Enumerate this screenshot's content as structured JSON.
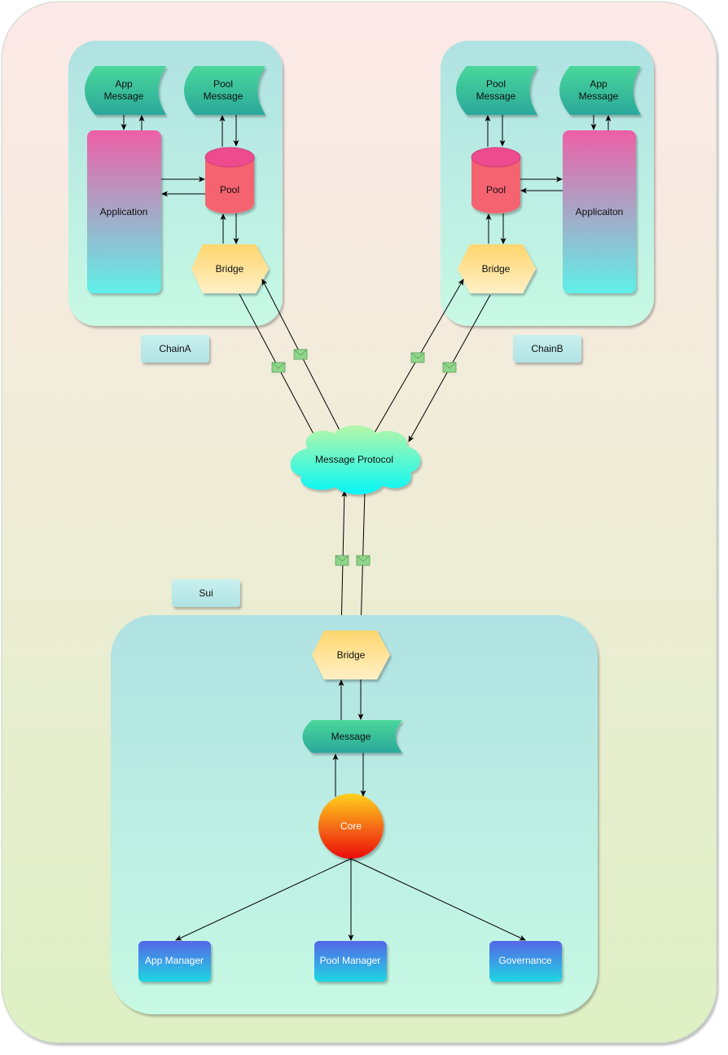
{
  "labels": {
    "chain_a_app_message": [
      "App",
      "Message"
    ],
    "chain_a_pool_message": [
      "Pool",
      "Message"
    ],
    "chain_a_application": "Application",
    "chain_a_pool": "Pool",
    "chain_a_bridge": "Bridge",
    "chain_a_tag": "ChainA",
    "chain_b_pool_message": [
      "Pool",
      "Message"
    ],
    "chain_b_app_message": [
      "App",
      "Message"
    ],
    "chain_b_pool": "Pool",
    "chain_b_application": "Applicaiton",
    "chain_b_bridge": "Bridge",
    "chain_b_tag": "ChainB",
    "message_protocol": "Message Protocol",
    "sui_tag": "Sui",
    "sui_bridge": "Bridge",
    "sui_message": "Message",
    "sui_core": "Core",
    "app_manager": "App Manager",
    "pool_manager": "Pool Manager",
    "governance": "Governance"
  },
  "colors": {
    "outer_top": "#fde9e8",
    "outer_bottom": "#def0c4",
    "chain_top": "#b0e2e3",
    "chain_bottom": "#c7f9e4",
    "message_top": "#4ad79b",
    "message_bottom": "#2aa89a",
    "application_top": "#ee5fa6",
    "application_bottom": "#5ff0e8",
    "pool_fill": "#f5646f",
    "pool_top": "#ee4b8f",
    "bridge_top": "#ffd66e",
    "bridge_bottom": "#fff0c6",
    "cloud_top": "#b7f7a8",
    "cloud_bottom": "#05f7f7",
    "core_top": "#ffd21e",
    "core_bottom": "#ec0b0b",
    "manager_top": "#5566e8",
    "manager_bottom": "#1fd6e3",
    "envelope": "#8fd68a"
  }
}
